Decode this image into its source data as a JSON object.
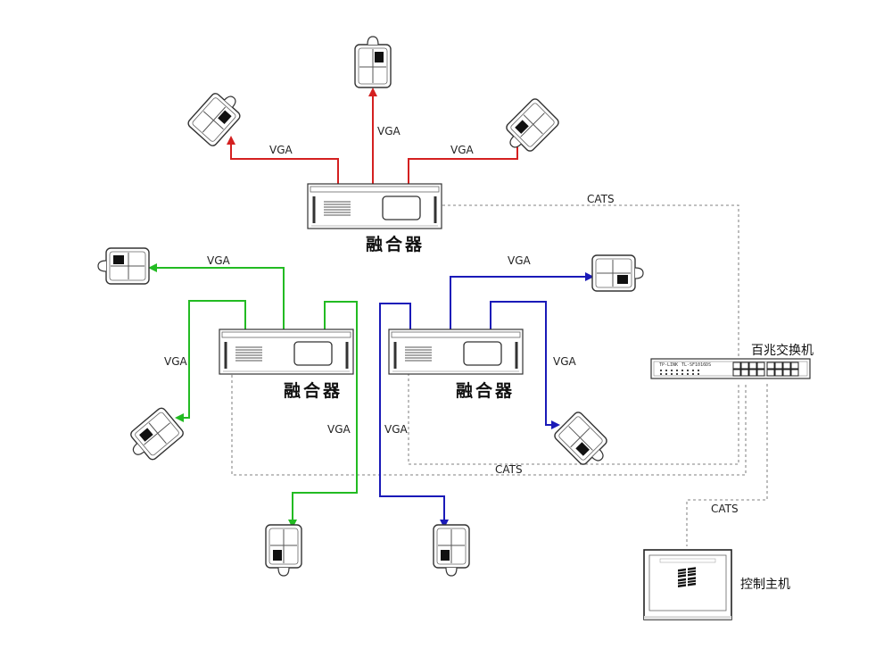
{
  "fusion_label": "融合器",
  "vga_label": "VGA",
  "cat_label": "CATS",
  "switch": {
    "label": "百兆交换机",
    "brand": "TP-LINK",
    "model": "TL-SF1016DS"
  },
  "host": {
    "label": "控制主机"
  },
  "colors": {
    "red": "#d42020",
    "green": "#22bb22",
    "blue": "#1a1ab8",
    "cat": "#9a9a9a"
  }
}
